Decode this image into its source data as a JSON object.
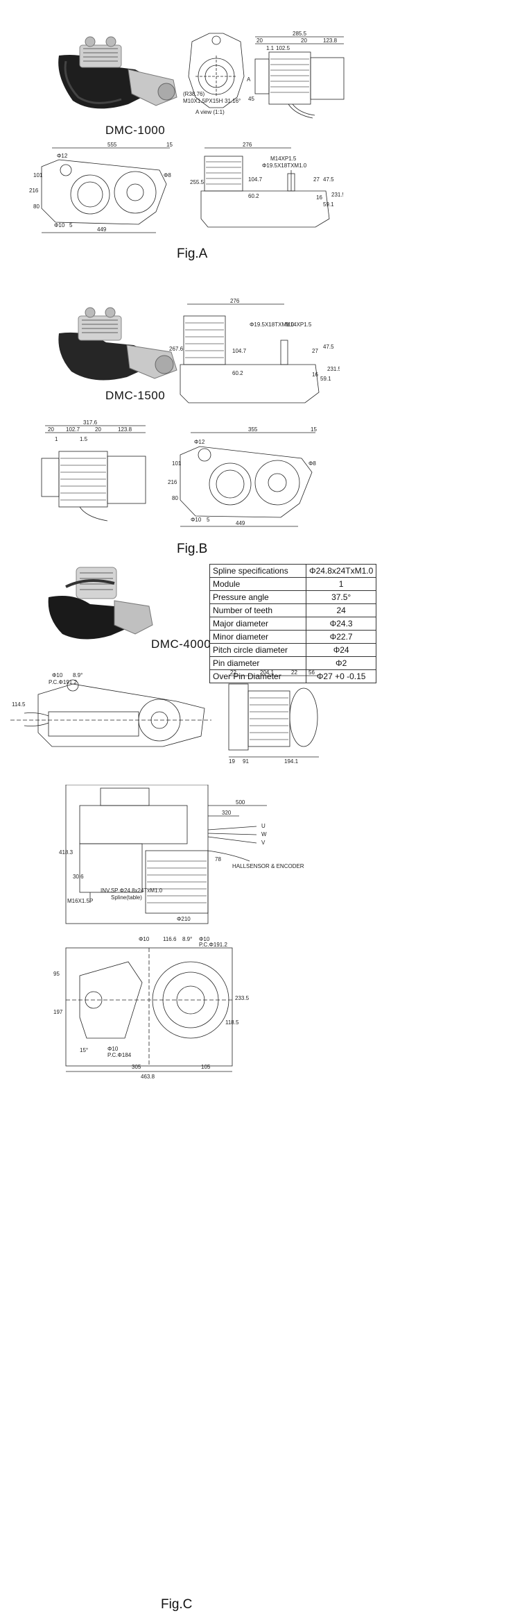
{
  "figures": {
    "a": {
      "model": "DMC-1000",
      "caption": "Fig.A",
      "top_side_dims": [
        "285.5",
        "20",
        "1.1",
        "102.5",
        "20",
        "123.8",
        "A",
        "45"
      ],
      "a_view_labels": [
        "(R38.76)",
        "M10X1.5PX15H",
        "31.16°",
        "A view (1:1)"
      ],
      "bottom_left_dims": [
        "555",
        "15",
        "Φ12",
        "101",
        "216",
        "80",
        "Φ8",
        "Φ10",
        "5",
        "449"
      ],
      "bottom_right_dims": [
        "276",
        "M14XP1.5",
        "Φ19.5X18TXM1.0",
        "255.5",
        "104.7",
        "27",
        "47.5",
        "60.2",
        "16",
        "59.1",
        "231.5"
      ]
    },
    "b": {
      "model": "DMC-1500",
      "caption": "Fig.B",
      "side_dims": [
        "276",
        "M14XP1.5",
        "Φ19.5X18TXM1.0",
        "267.6",
        "104.7",
        "27",
        "47.5",
        "60.2",
        "16",
        "59.1",
        "231.5"
      ],
      "top_dims": [
        "317.6",
        "20",
        "102.7",
        "20",
        "123.8",
        "1",
        "1.5"
      ],
      "front_dims": [
        "355",
        "15",
        "Φ12",
        "101",
        "216",
        "80",
        "Φ8",
        "Φ10",
        "5",
        "449"
      ]
    },
    "c": {
      "model": "DMC-4000",
      "caption": "Fig.C",
      "spline_table": [
        {
          "key": "Spline specifications",
          "value": "Φ24.8x24TxM1.0"
        },
        {
          "key": "Module",
          "value": "1"
        },
        {
          "key": "Pressure angle",
          "value": "37.5°"
        },
        {
          "key": "Number of teeth",
          "value": "24"
        },
        {
          "key": "Major diameter",
          "value": "Φ24.3"
        },
        {
          "key": "Minor diameter",
          "value": "Φ22.7"
        },
        {
          "key": "Pitch circle diameter",
          "value": "Φ24"
        },
        {
          "key": "Pin diameter",
          "value": "Φ2"
        },
        {
          "key": "Over Pin Diameter",
          "value": "Φ27 +0 -0.15"
        }
      ],
      "side_dims": [
        "Φ10",
        "P.C.Φ191.2",
        "8.9°",
        "114.5"
      ],
      "top_dims": [
        "22",
        "204.1",
        "22",
        "56",
        "19",
        "91",
        "194.1"
      ],
      "mid_dims": [
        "500",
        "320",
        "U",
        "W",
        "V",
        "HALLSENSOR & ENCODER",
        "418.3",
        "78",
        "30.6",
        "INV.SP Φ24.8x24TxM1.0",
        "Spline(table)",
        "M16X1.5P",
        "Φ210"
      ],
      "bottom_dims": [
        "Φ10",
        "116.6",
        "8.9°",
        "Φ10",
        "P.C.Φ191.2",
        "95",
        "197",
        "233.5",
        "118.5",
        "15°",
        "Φ10",
        "P.C.Φ184",
        "305",
        "105",
        "463.8"
      ]
    }
  }
}
